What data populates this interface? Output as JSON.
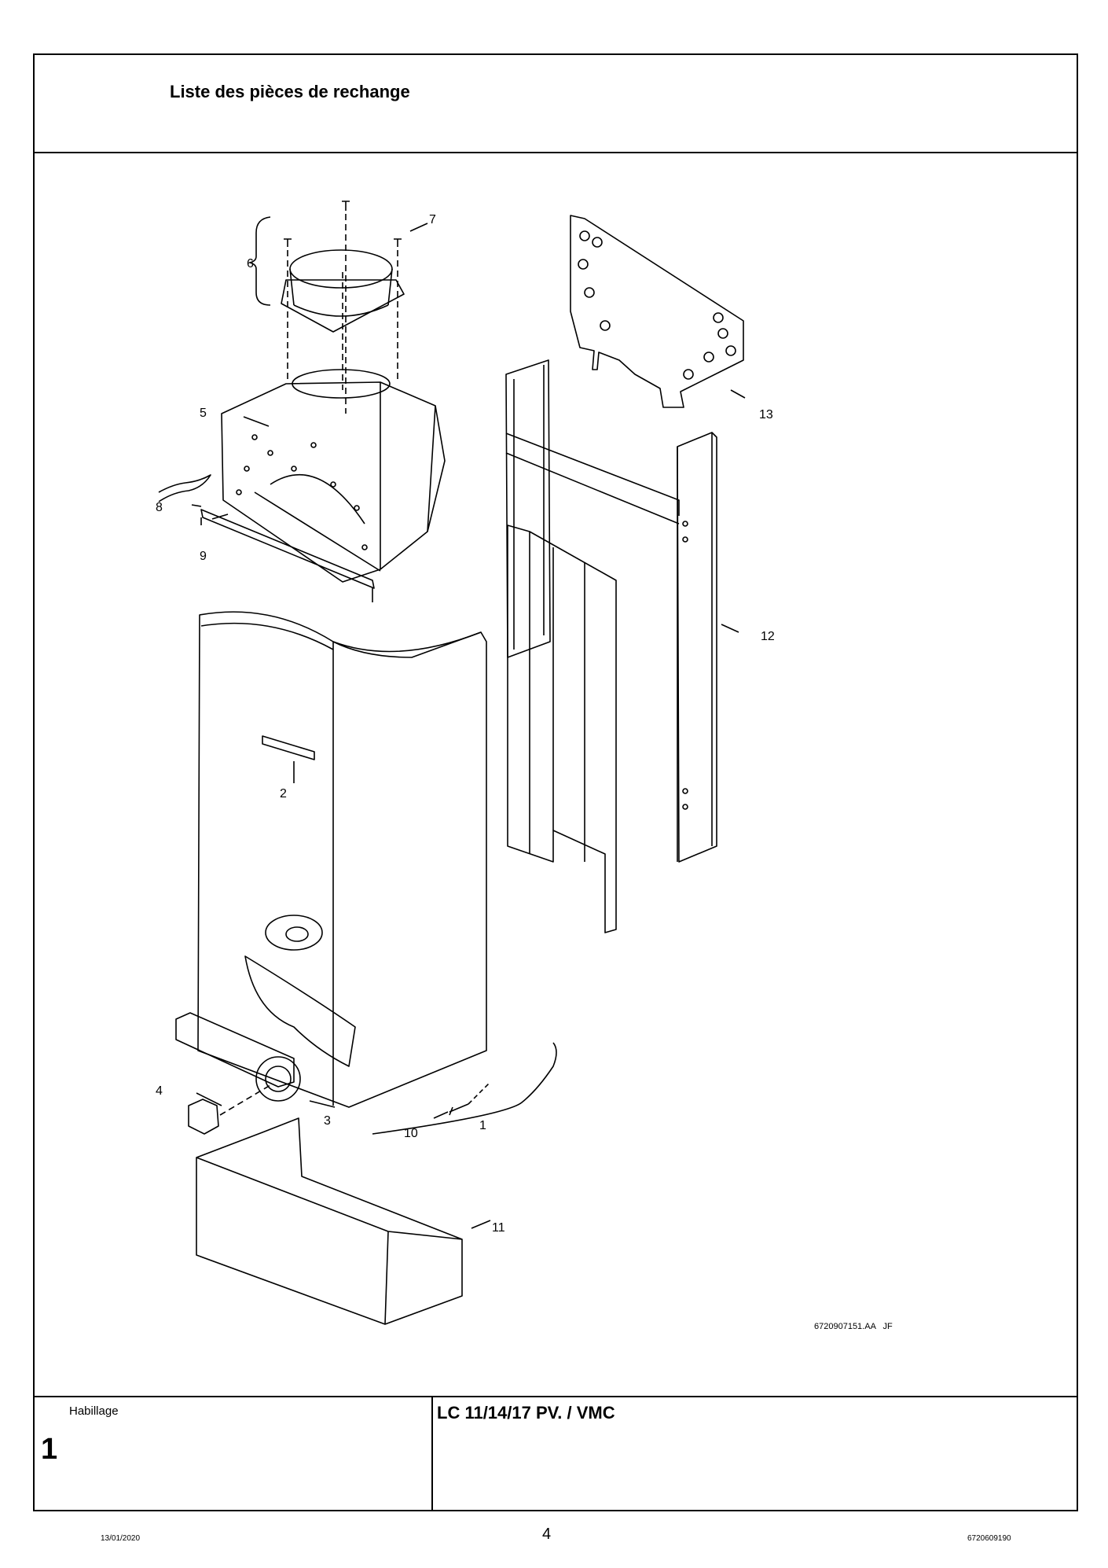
{
  "header": {
    "title": "Liste des pièces de rechange"
  },
  "drawing": {
    "reference": "6720907151.AA   JF",
    "callouts": [
      "1",
      "2",
      "3",
      "4",
      "5",
      "6",
      "7",
      "8",
      "9",
      "10",
      "11",
      "12",
      "13"
    ]
  },
  "footer_block": {
    "section_name": "Habillage",
    "section_number": "1",
    "model": "LC 11/14/17 PV. / VMC"
  },
  "page_footer": {
    "date": "13/01/2020",
    "page_number": "4",
    "doc_code": "6720609190"
  }
}
